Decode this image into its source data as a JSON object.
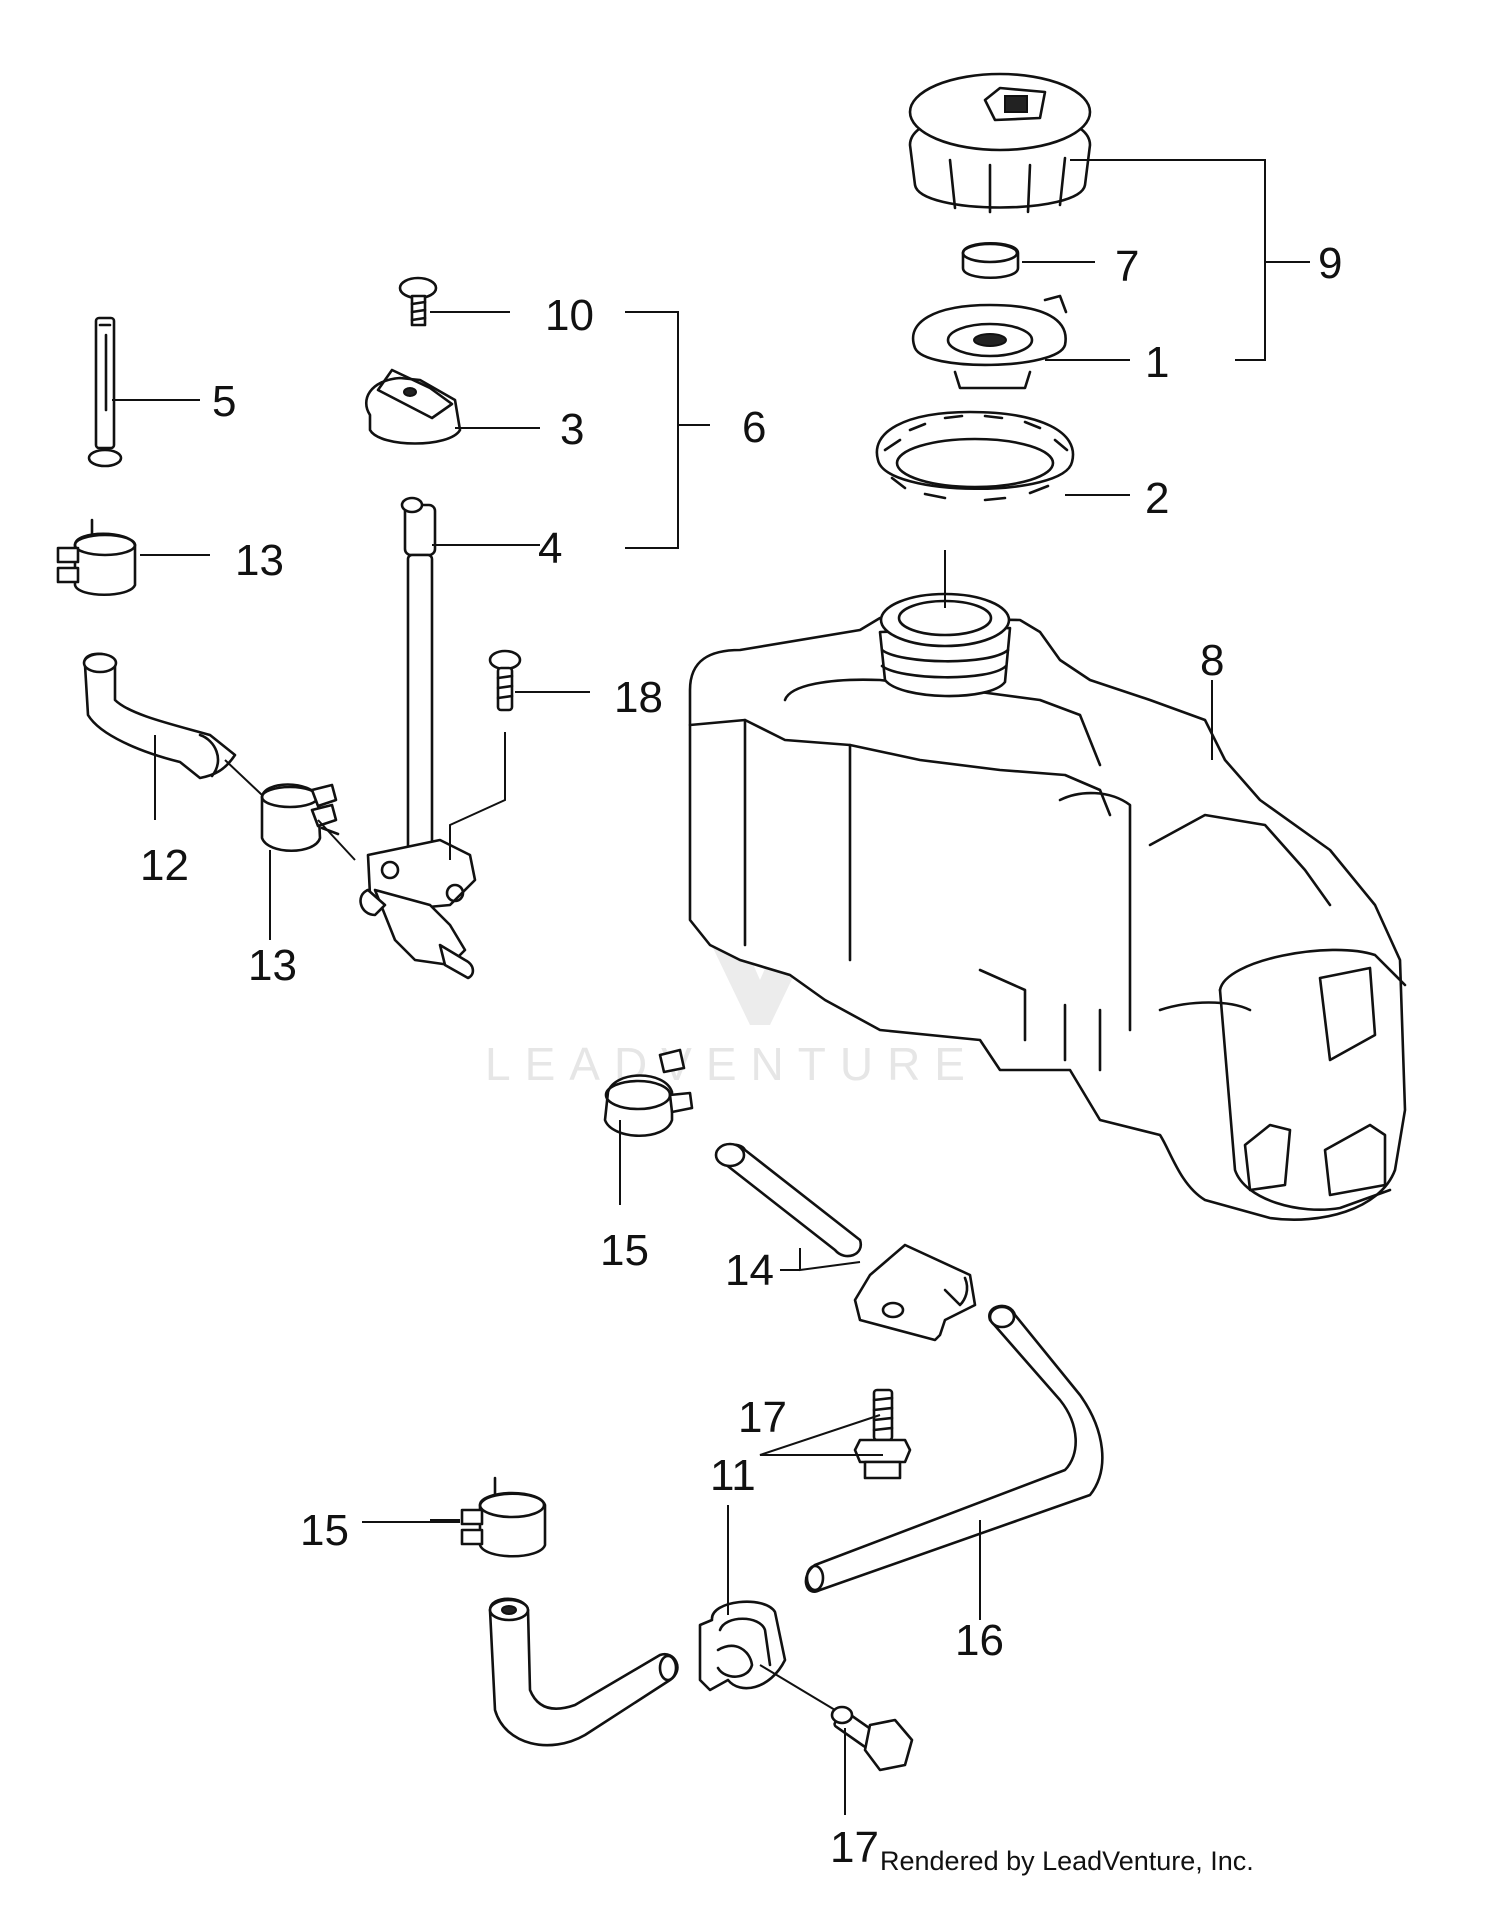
{
  "watermark": {
    "text": "LEADVENTURE"
  },
  "footer": {
    "credit": "Rendered by LeadVenture, Inc."
  },
  "callouts": [
    {
      "id": "c1",
      "label": "1"
    },
    {
      "id": "c2",
      "label": "2"
    },
    {
      "id": "c3",
      "label": "3"
    },
    {
      "id": "c4",
      "label": "4"
    },
    {
      "id": "c5",
      "label": "5"
    },
    {
      "id": "c6",
      "label": "6"
    },
    {
      "id": "c7",
      "label": "7"
    },
    {
      "id": "c8",
      "label": "8"
    },
    {
      "id": "c9",
      "label": "9"
    },
    {
      "id": "c10",
      "label": "10"
    },
    {
      "id": "c11",
      "label": "11"
    },
    {
      "id": "c12",
      "label": "12"
    },
    {
      "id": "c13a",
      "label": "13"
    },
    {
      "id": "c13b",
      "label": "13"
    },
    {
      "id": "c14",
      "label": "14"
    },
    {
      "id": "c15a",
      "label": "15"
    },
    {
      "id": "c15b",
      "label": "15"
    },
    {
      "id": "c16",
      "label": "16"
    },
    {
      "id": "c17a",
      "label": "17"
    },
    {
      "id": "c17b",
      "label": "17"
    },
    {
      "id": "c18",
      "label": "18"
    }
  ]
}
